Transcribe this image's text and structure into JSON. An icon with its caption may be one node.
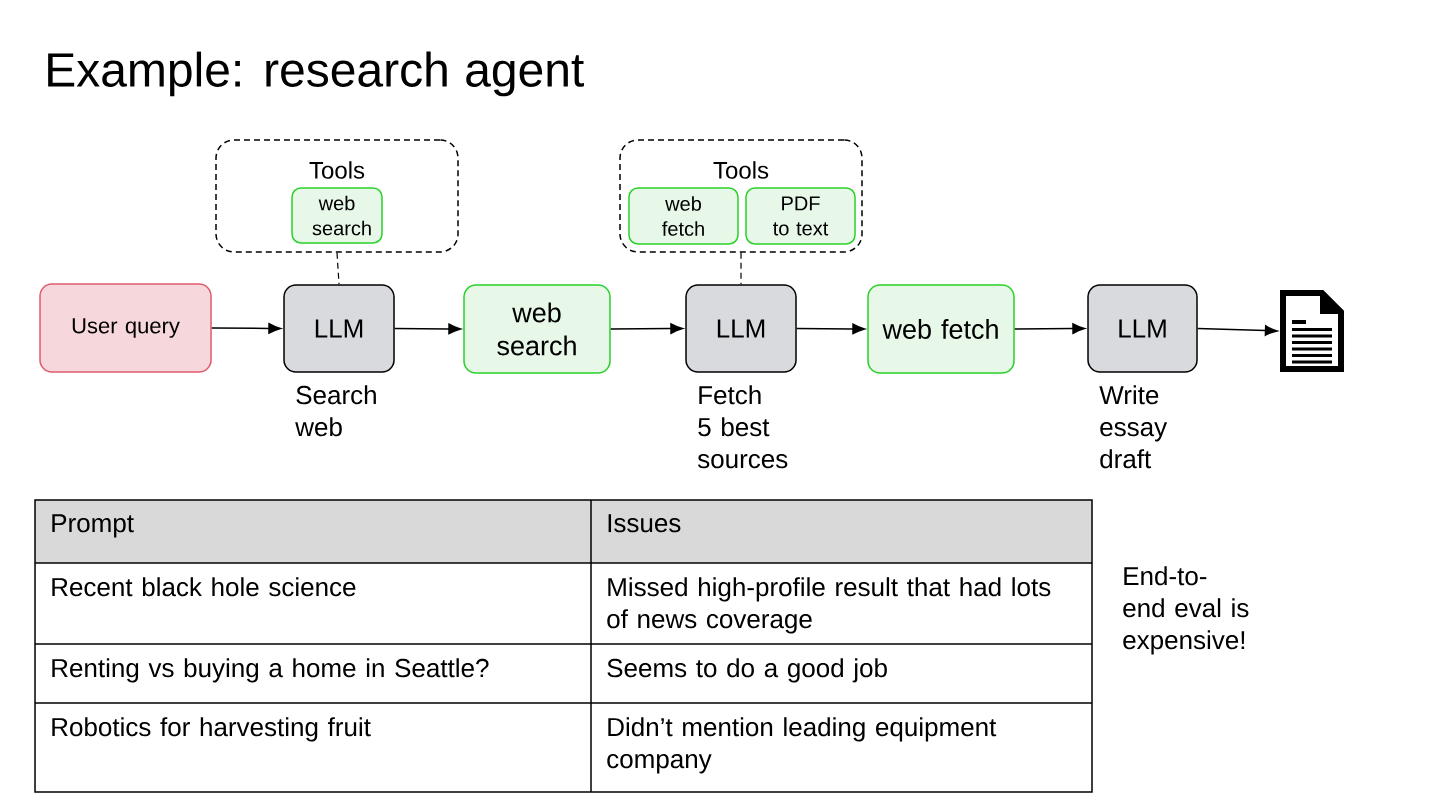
{
  "diagram": {
    "title": "Example: research agent",
    "nodes": [
      {
        "text": [
          "Tools"
        ]
      },
      {
        "text": [
          "web search"
        ],
        "in": 0
      },
      {
        "text": [
          "Tools"
        ]
      },
      {
        "text": [
          "web fetch"
        ],
        "in": 2
      },
      {
        "text": [
          "PDF to text"
        ],
        "in": 2
      },
      {
        "text": [
          "User query"
        ]
      },
      {
        "text": [
          "LLM"
        ],
        "beside": [
          "Search web"
        ]
      },
      {
        "text": [
          "web search"
        ]
      },
      {
        "text": [
          "LLM"
        ],
        "beside": [
          "Fetch 5 best sources"
        ]
      },
      {
        "text": [
          "web fetch"
        ]
      },
      {
        "text": [
          "LLM"
        ],
        "beside": [
          "Write essay draft"
        ]
      },
      {
        "text": [],
        "shape": "document"
      }
    ],
    "edges": [
      {
        "from": 0,
        "to": 6,
        "arrow": "none",
        "style": "dashed"
      },
      {
        "from": 2,
        "to": 8,
        "arrow": "none",
        "style": "dashed"
      },
      {
        "from": 5,
        "to": 6,
        "arrow": "to"
      },
      {
        "from": 6,
        "to": 7,
        "arrow": "to"
      },
      {
        "from": 7,
        "to": 8,
        "arrow": "to"
      },
      {
        "from": 8,
        "to": 9,
        "arrow": "to"
      },
      {
        "from": 9,
        "to": 10,
        "arrow": "to"
      },
      {
        "from": 10,
        "to": 11,
        "arrow": "to"
      }
    ],
    "labels": [
      "Prompt",
      "Issues",
      "Recent black hole science",
      "Missed high-profile result that had lots of news coverage",
      "Renting vs buying a home in Seattle?",
      "Seems to do a good job",
      "Robotics for harvesting fruit",
      "Didn’t mention leading equipment company",
      "End-to-end eval is expensive!"
    ]
  }
}
